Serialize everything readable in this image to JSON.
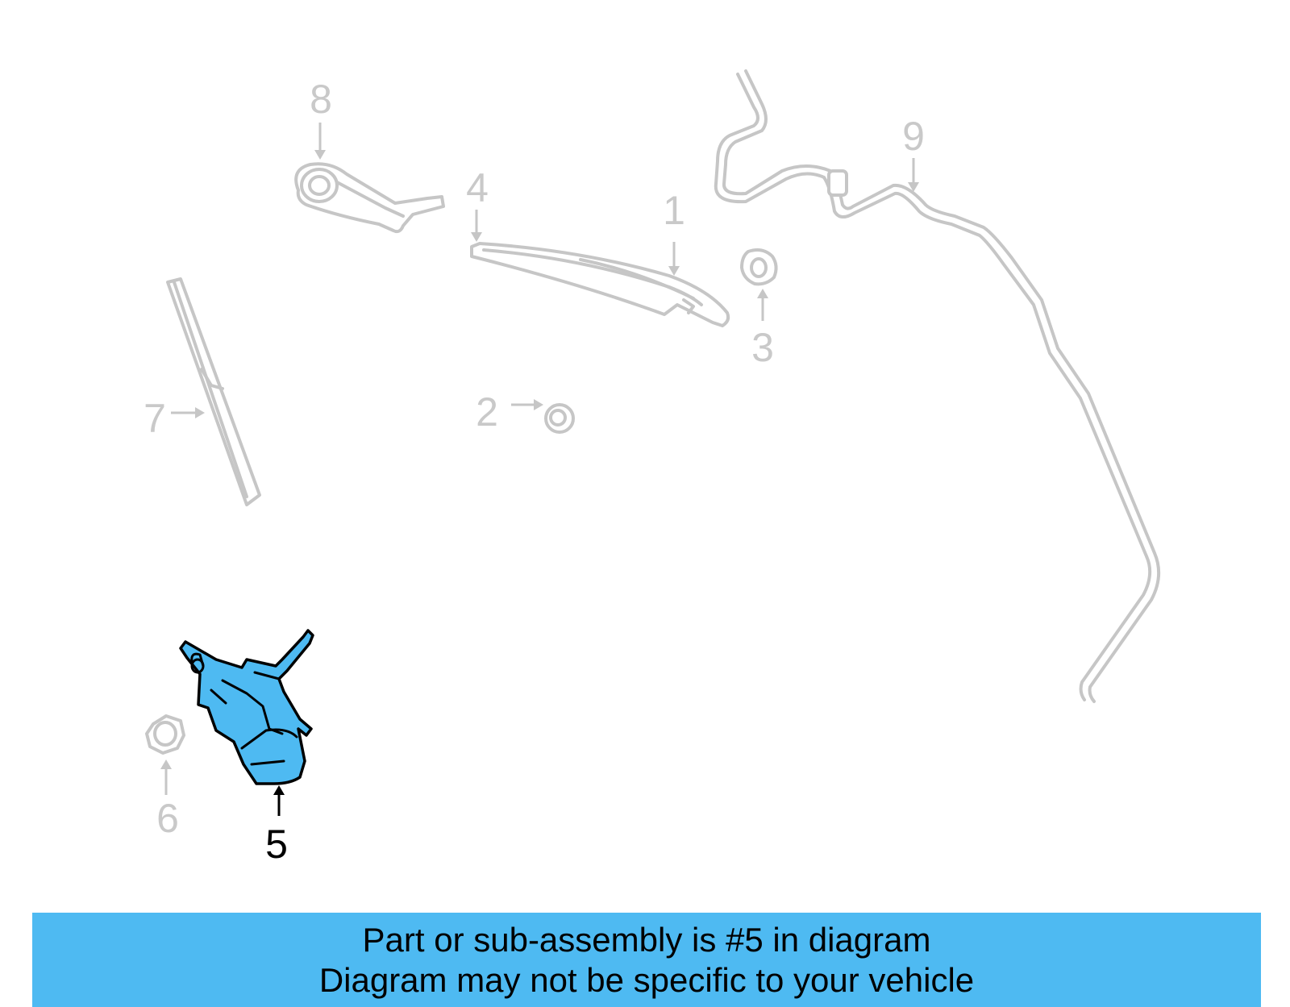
{
  "colors": {
    "highlight": "#4ebaf2",
    "faded": "#c6c6c6",
    "banner": "#4ebaf2"
  },
  "callouts": {
    "c1": "1",
    "c2": "2",
    "c3": "3",
    "c4": "4",
    "c5": "5",
    "c6": "6",
    "c7": "7",
    "c8": "8",
    "c9": "9"
  },
  "highlighted_part": "5",
  "banner": {
    "line1": "Part or sub-assembly is #5 in diagram",
    "line2": "Diagram may not be specific to your vehicle"
  }
}
